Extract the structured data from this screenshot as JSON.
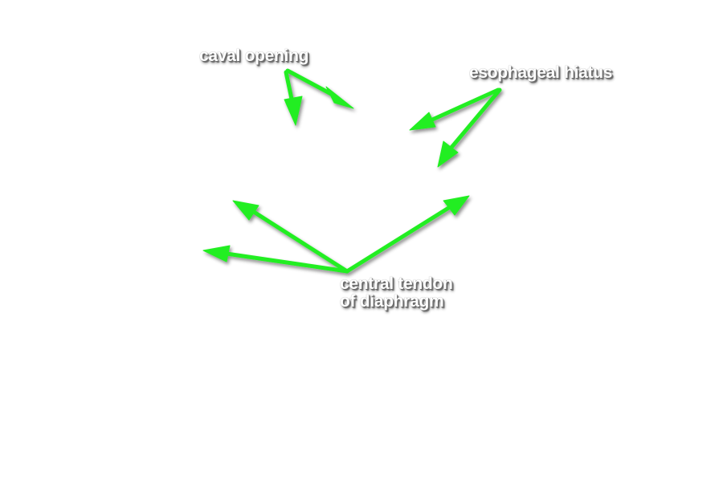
{
  "labels": {
    "caval_opening": "caval opening",
    "esophageal_hiatus": "esophageal hiatus",
    "central_tendon_line1": "central tendon",
    "central_tendon_line2": "of diaphragm"
  },
  "colors": {
    "arrow": "#22ee22",
    "label_text": "#ffffff",
    "label_shadow": "#6b6b6b",
    "background": "#ffffff"
  }
}
